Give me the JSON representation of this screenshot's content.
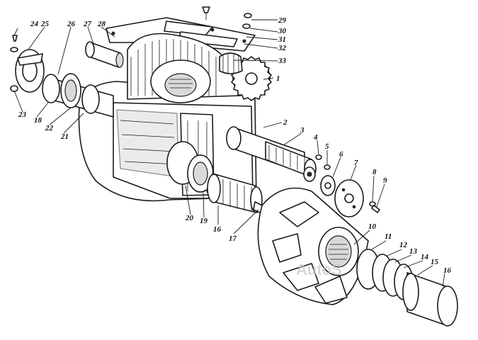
{
  "diagram": {
    "watermark": "AutoS",
    "callouts": [
      "1",
      "2",
      "3",
      "4",
      "5",
      "6",
      "7",
      "8",
      "9",
      "10",
      "11",
      "12",
      "13",
      "14",
      "15",
      "16",
      "16",
      "17",
      "18",
      "19",
      "20",
      "21",
      "22",
      "23",
      "24",
      "25",
      "26",
      "27",
      "28",
      "29",
      "30",
      "31",
      "32",
      "33"
    ]
  }
}
